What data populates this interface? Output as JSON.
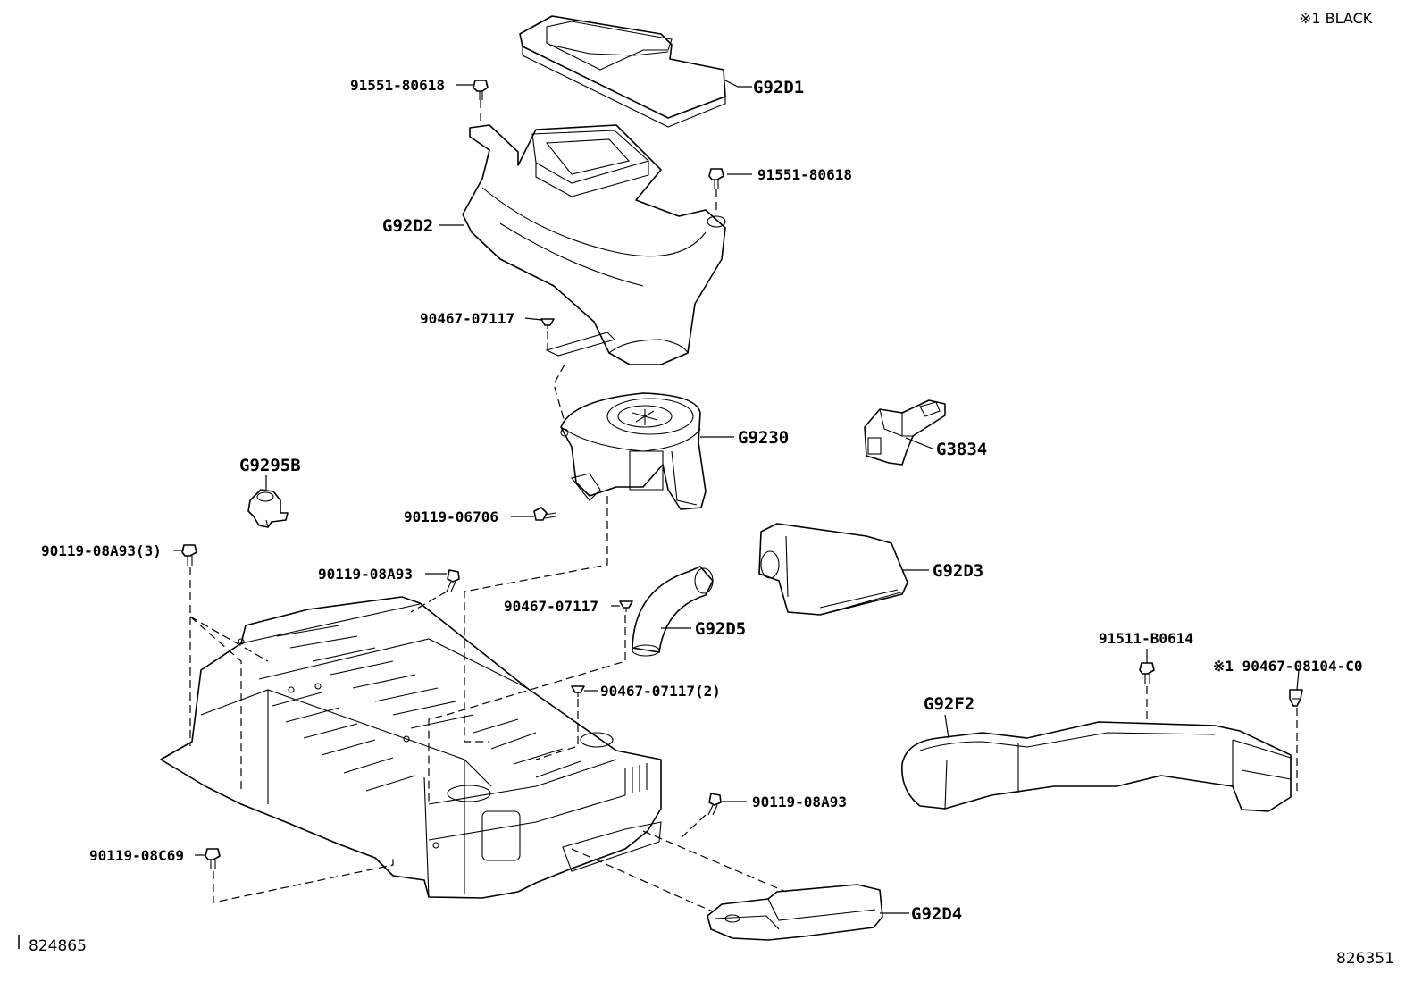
{
  "note": "※1 BLACK",
  "footer": {
    "left_id": "824865",
    "right_id": "826351"
  },
  "labels": {
    "bolt_top": "91551-80618",
    "cover_top": "G92D1",
    "bolt_right": "91551-80618",
    "duct_upper": "G92D2",
    "clip_upper": "90467-07117",
    "blower": "G9230",
    "sensor": "G3834",
    "relay": "G9295B",
    "bolt_blower": "90119-06706",
    "bolt_left_x3": "90119-08A93(3)",
    "bolt_mid": "90119-08A93",
    "clip_mid": "90467-07117",
    "duct_elbow": "G92D5",
    "duct_right": "G92D3",
    "screw_right": "91511-B0614",
    "clip_black": "※1 90467-08104-C0",
    "duct_long": "G92F2",
    "clip_x2": "90467-07117(2)",
    "bolt_lower_right": "90119-08A93",
    "bolt_lower_left": "90119-08C69",
    "duct_lower": "G92D4"
  }
}
